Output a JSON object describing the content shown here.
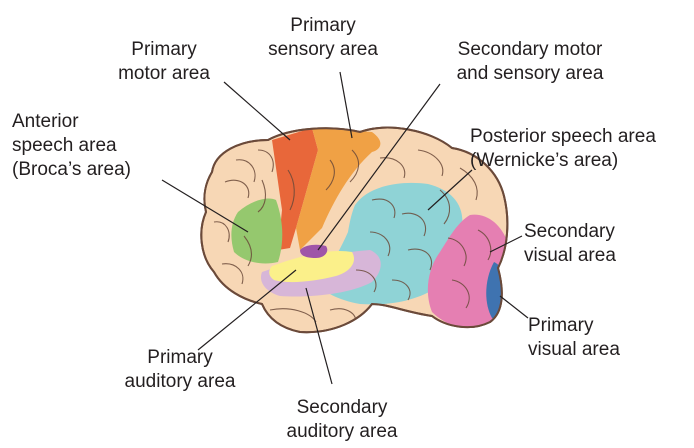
{
  "labels": {
    "primary_motor": [
      "Primary",
      "motor area"
    ],
    "primary_sensory": [
      "Primary",
      "sensory area"
    ],
    "secondary_motor_sensory": [
      "Secondary motor",
      "and sensory area"
    ],
    "anterior_speech": [
      "Anterior",
      "speech area",
      "(Broca’s area)"
    ],
    "posterior_speech": [
      "Posterior speech area",
      "(Wernicke’s area)"
    ],
    "secondary_visual": [
      "Secondary",
      "visual area"
    ],
    "primary_visual": [
      "Primary",
      "visual area"
    ],
    "primary_auditory": [
      "Primary",
      "auditory area"
    ],
    "secondary_auditory": [
      "Secondary",
      "auditory area"
    ]
  },
  "colors": {
    "brain": "#f7d7b5",
    "brain_outline": "#6b4a3a",
    "primary_motor": "#e8673a",
    "primary_sensory": "#f0a145",
    "anterior_speech": "#95c86e",
    "posterior_speech": "#8fd3d6",
    "secondary_visual": "#e57fb2",
    "primary_visual": "#3f73b0",
    "primary_auditory": "#fbf08a",
    "secondary_auditory": "#d7b6d8",
    "secondary_motor_sensory": "#9f55a8",
    "leader": "#231f20"
  }
}
